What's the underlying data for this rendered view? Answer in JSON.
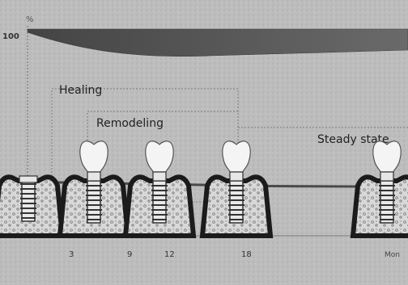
{
  "axes": {
    "y_unit": "%",
    "y_top_tick": "100",
    "x_unit": "Mon",
    "x_ticks": [
      "3",
      "9",
      "12",
      "18"
    ]
  },
  "phases": {
    "healing": "Healing",
    "remodeling": "Remodeling",
    "steady_state": "Steady state"
  },
  "colors": {
    "background": "#bdbdbd",
    "band": "#555555",
    "line": "#4a4a4a",
    "tooth": "#f4f4f4"
  }
}
